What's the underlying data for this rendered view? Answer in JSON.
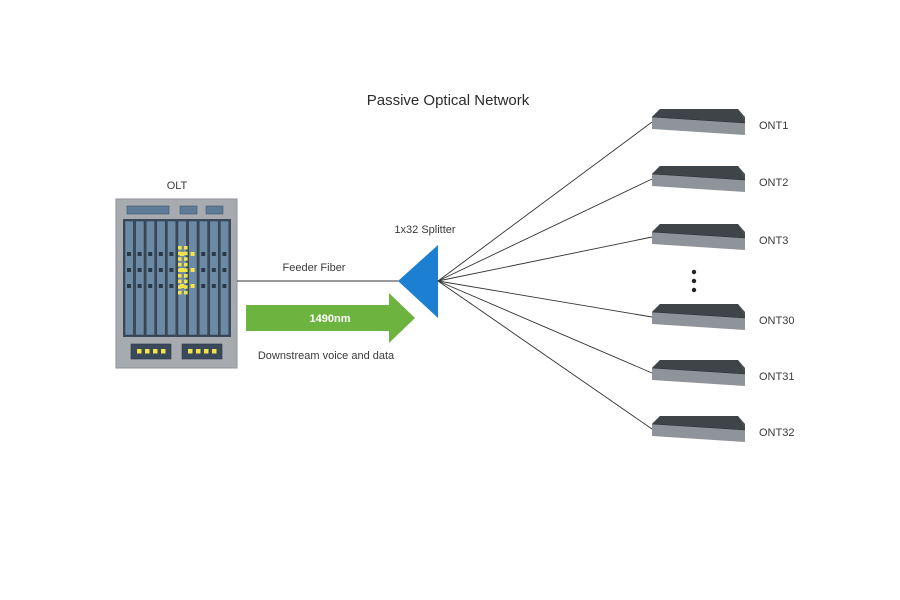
{
  "title": "Passive Optical Network",
  "olt": {
    "label": "OLT"
  },
  "splitter": {
    "label": "1x32 Splitter"
  },
  "feeder": {
    "label": "Feeder Fiber"
  },
  "downstream": {
    "wavelength": "1490nm",
    "caption": "Downstream voice and data",
    "arrow_color": "#6db33f"
  },
  "splitter_color": "#1d7fd1",
  "ellipsis": "•\n•\n•",
  "onts": [
    {
      "label": "ONT1"
    },
    {
      "label": "ONT2"
    },
    {
      "label": "ONT3"
    },
    {
      "label": "ONT30"
    },
    {
      "label": "ONT31"
    },
    {
      "label": "ONT32"
    }
  ]
}
